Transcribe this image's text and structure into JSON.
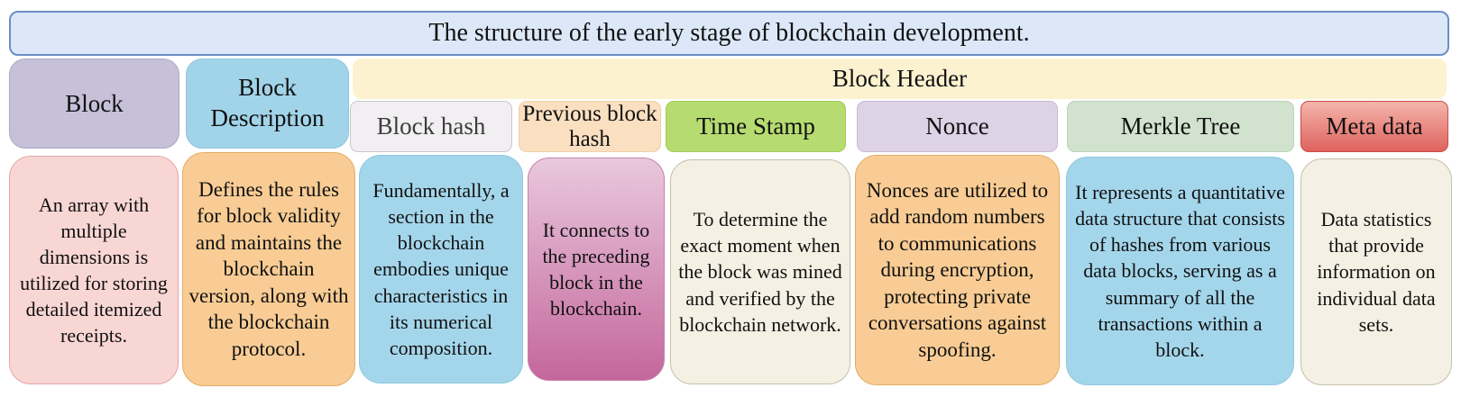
{
  "diagram_title": "The structure of the early stage of blockchain development.",
  "left_columns": [
    {
      "label": "Block",
      "description": "An array with multiple dimensions is utilized for storing detailed itemized receipts."
    },
    {
      "label": "Block Description",
      "description": "Defines the rules for block validity and maintains the blockchain version, along with the blockchain protocol."
    }
  ],
  "block_header": {
    "label": "Block Header",
    "fields": [
      {
        "label": "Block hash",
        "description": "Fundamentally, a section in the blockchain embodies unique characteristics in its numerical composition."
      },
      {
        "label": "Previous block hash",
        "description": "It connects to the preceding block in the blockchain."
      },
      {
        "label": "Time Stamp",
        "description": "To determine the exact moment when the block was mined and verified by the blockchain network."
      },
      {
        "label": "Nonce",
        "description": "Nonces are utilized to add random numbers to communications during encryption, protecting private conversations against spoofing."
      },
      {
        "label": "Merkle Tree",
        "description": "It represents a quantitative data structure that consists of hashes from various data blocks, serving as a summary of all the transactions within a block."
      },
      {
        "label": "Meta data",
        "description": "Data statistics that provide information on individual data sets."
      }
    ]
  },
  "colors": {
    "title_fill": "#dce8f8",
    "title_border": "#6c8ec8",
    "block_fill": "#c6c0d9",
    "block_description_fill": "#a2d4e9",
    "block_header_fill": "#fcf2cf",
    "block_hash_fill": "#f1eff1",
    "previous_block_hash_fill": "#fbdfc1",
    "time_stamp_fill": "#b6dc71",
    "nonce_fill": "#ded3e6",
    "merkle_tree_fill": "#d1e3ce",
    "meta_data_fill_top": "#f3b5ab",
    "meta_data_fill_bottom": "#e0625e",
    "desc_pink": "#f8d6d4",
    "desc_orange": "#f8cc94",
    "desc_blue": "#a4d6eb",
    "desc_magenta_top": "#e9c8dd",
    "desc_magenta_bottom": "#c4679c",
    "desc_cream": "#f4f0e3"
  }
}
